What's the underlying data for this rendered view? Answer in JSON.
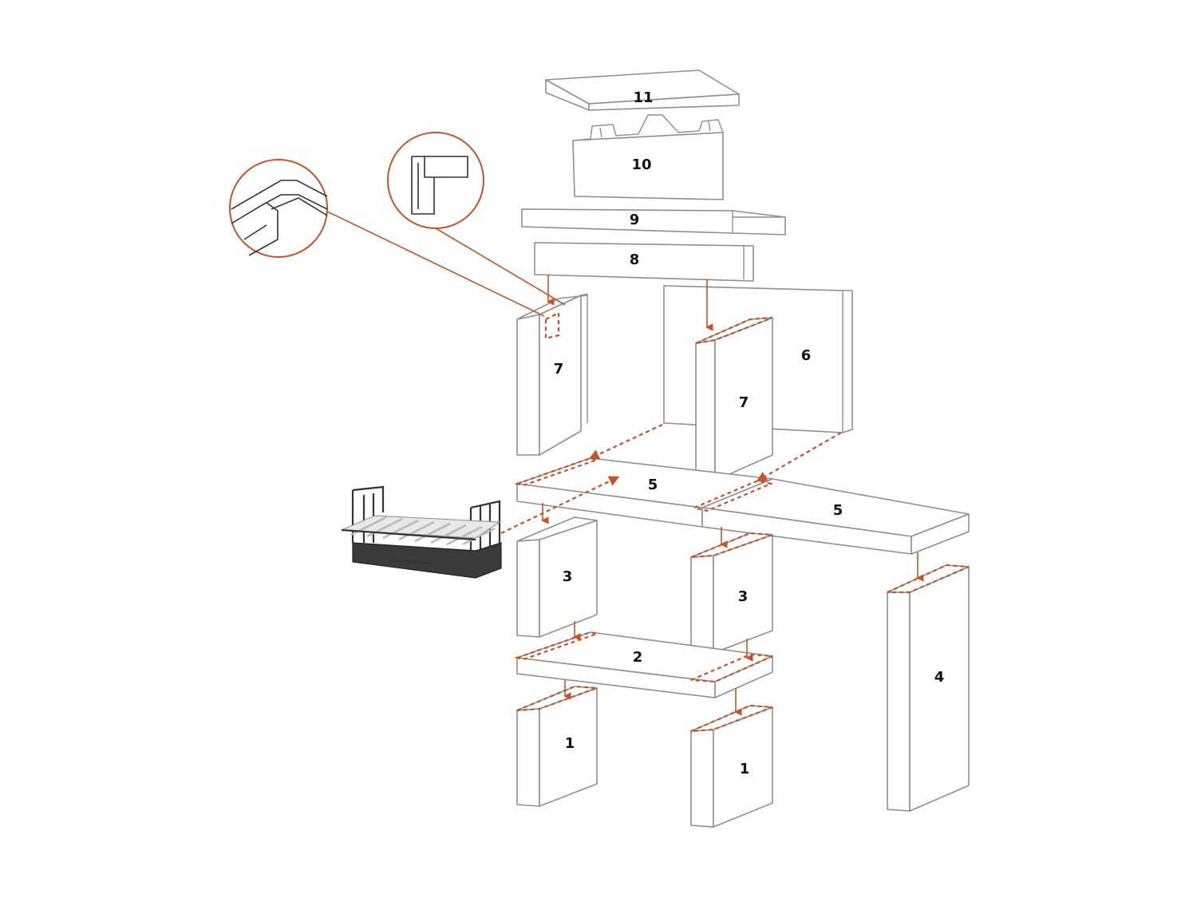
{
  "colors": {
    "accent": "#c2562a",
    "block_outline": "#8f8f8f",
    "grill": "#3a3a3a"
  },
  "labels": {
    "p1_left": "1",
    "p1_right": "1",
    "p2": "2",
    "p3_left": "3",
    "p3_right": "3",
    "p4": "4",
    "p5_left": "5",
    "p5_right": "5",
    "p6": "6",
    "p7_left": "7",
    "p7_right": "7",
    "p8": "8",
    "p9": "9",
    "p10": "10",
    "p11": "11"
  },
  "icons": {
    "detail_joint": "joint-detail-icon",
    "detail_corner": "corner-detail-icon",
    "grill": "grill-icon",
    "arrow": "arrow-down-icon"
  }
}
